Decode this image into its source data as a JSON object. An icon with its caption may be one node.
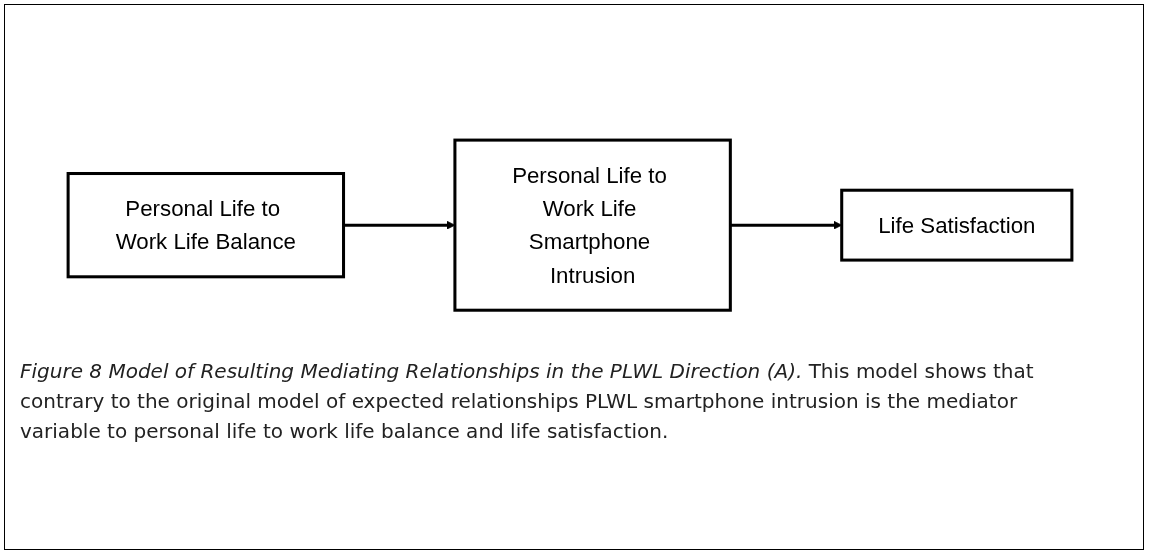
{
  "diagram": {
    "caption": "*Figure 8 Model of Resulting Mediating Relationships in the PLWL Direction (A).* This model shows that contrary to the original model of expected relationships PLWL smartphone intrusion is the mediator variable to personal life to work life balance and life satisfaction.",
    "nodes": [
      {
        "text": [
          "Personal Life to Work Life Balance"
        ]
      },
      {
        "text": [
          "Personal Life to Work Life Smartphone Intrusion"
        ]
      },
      {
        "text": [
          "Life Satisfaction"
        ]
      }
    ],
    "edges": [
      {
        "from": 0,
        "to": 1,
        "arrow": "to"
      },
      {
        "from": 1,
        "to": 2,
        "arrow": "to"
      }
    ]
  }
}
